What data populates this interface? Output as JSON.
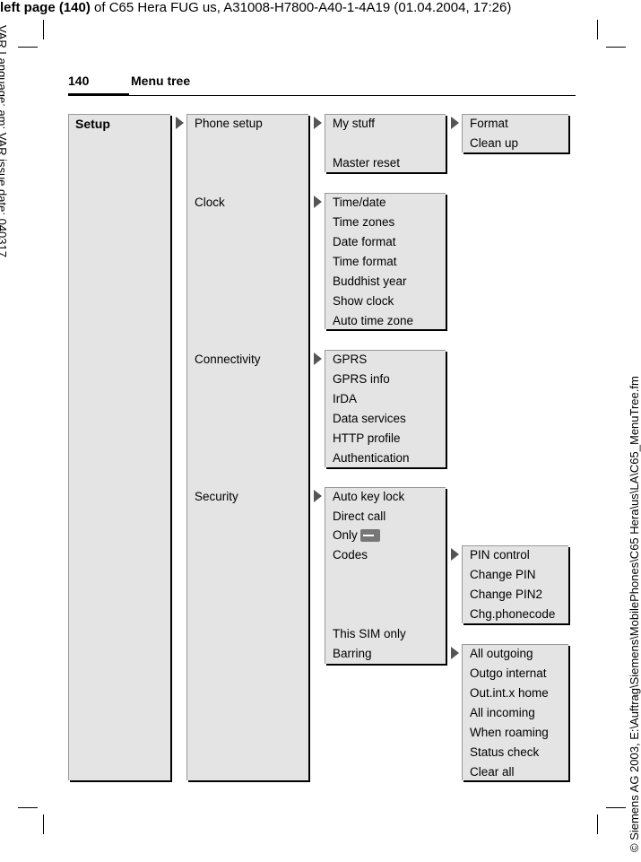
{
  "header": {
    "bold": "left page (140)",
    "rest": " of C65 Hera FUG us, A31008-H7800-A40-1-4A19 (01.04.2004, 17:26)"
  },
  "side_left": "VAR Language: am; VAR issue date: 040317",
  "side_right": "© Siemens AG 2003, E:\\Auftrag\\Siemens\\MobilePhones\\C65 Hera\\us\\LA\\C65_MenuTree.fm",
  "page": {
    "number": "140",
    "title": "Menu tree"
  },
  "level1": {
    "label": "Setup"
  },
  "level2": [
    "Phone setup",
    "Clock",
    "Connectivity",
    "Security"
  ],
  "phone_setup": [
    "My stuff",
    "Master reset"
  ],
  "my_stuff": [
    "Format",
    "Clean up"
  ],
  "clock": [
    "Time/date",
    "Time zones",
    "Date format",
    "Time format",
    "Buddhist year",
    "Show clock",
    "Auto time zone"
  ],
  "connectivity": [
    "GPRS",
    "GPRS info",
    "IrDA",
    "Data services",
    "HTTP profile",
    "Authentication"
  ],
  "security": [
    "Auto key lock",
    "Direct call",
    "Only",
    "Codes",
    "This SIM only",
    "Barring"
  ],
  "security_icon": "key-icon",
  "codes": [
    "PIN control",
    "Change PIN",
    "Change PIN2",
    "Chg.phonecode"
  ],
  "barring": [
    "All outgoing",
    "Outgo internat",
    "Out.int.x home",
    "All incoming",
    "When roaming",
    "Status check",
    "Clear all"
  ]
}
